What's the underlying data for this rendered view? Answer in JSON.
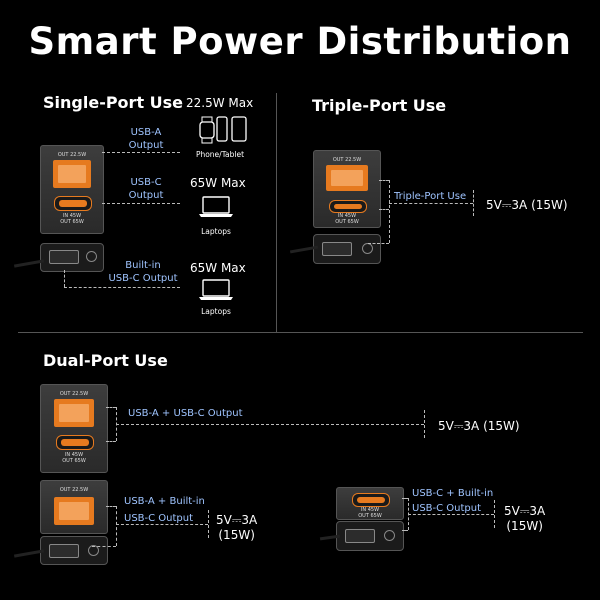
{
  "title": "Smart Power Distribution",
  "single": {
    "heading": "Single-Port Use",
    "usba_label": [
      "USB-A",
      "Output"
    ],
    "usbc_label": [
      "USB-C",
      "Output"
    ],
    "builtin_label": [
      "Built-in",
      "USB-C Output"
    ],
    "watt1": "22.5W Max",
    "device1": "Phone/Tablet",
    "watt2": "65W Max",
    "device2": "Laptops",
    "watt3": "65W Max",
    "device3": "Laptops"
  },
  "triple": {
    "heading": "Triple-Port Use",
    "label": "Triple-Port Use",
    "value": "5V⎓3A (15W)"
  },
  "dual": {
    "heading": "Dual-Port Use",
    "row1_label": "USB-A + USB-C Output",
    "row1_value": "5V⎓3A (15W)",
    "row2_label": [
      "USB-A + Built-in",
      "USB-C Output"
    ],
    "row2_value": [
      "5V⎓3A",
      "(15W)"
    ],
    "row3_label": [
      "USB-C + Built-in",
      "USB-C Output"
    ],
    "row3_value": [
      "5V⎓3A",
      "(15W)"
    ]
  },
  "device_text": {
    "out_a": "OUT 22.5W",
    "in_c": "IN 45W",
    "out_c": "OUT 65W"
  },
  "icons": [
    "smartwatch-icon",
    "phone-icon",
    "tablet-icon",
    "laptop-icon"
  ],
  "colors": {
    "background": "#000000",
    "accent_orange": "#e67a1f",
    "label_blue": "#9fc4ff"
  }
}
